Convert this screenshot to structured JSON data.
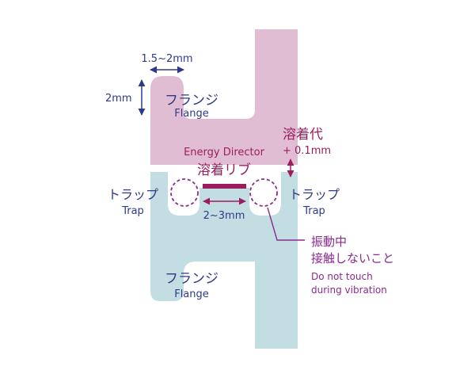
{
  "colors": {
    "upper_part": "#e1bdd3",
    "lower_part": "#c3dee2",
    "navy_text": "#2e3a87",
    "magenta": "#9c1d5f",
    "purple": "#8b2a8f"
  },
  "labels": {
    "flange_width": "1.5~2mm",
    "flange_height": "2mm",
    "flange_top_jp": "フランジ",
    "flange_top_en": "Flange",
    "weld_allowance_jp": "溶着代",
    "weld_allowance_value": "+ 0.1mm",
    "energy_director_en": "Energy Director",
    "energy_director_jp": "溶着リブ",
    "trap_left_jp": "トラップ",
    "trap_left_en": "Trap",
    "trap_right_jp": "トラップ",
    "trap_right_en": "Trap",
    "rib_width": "2~3mm",
    "no_touch_jp_1": "振動中",
    "no_touch_jp_2": "接触しないこと",
    "no_touch_en_1": "Do not touch",
    "no_touch_en_2": "during vibration",
    "flange_bottom_jp": "フランジ",
    "flange_bottom_en": "Flange"
  }
}
